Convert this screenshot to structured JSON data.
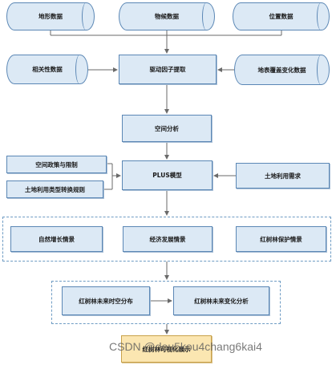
{
  "nodes": {
    "top_left": "地形数据",
    "top_mid": "物候数据",
    "top_right": "位置数据",
    "relevance": "相关性数据",
    "driver": "驱动因子提取",
    "landuse_change": "地表覆盖变化数据",
    "spatial": "空间分析",
    "policy": "空间政策与限制",
    "conversion": "土地利用类型转换规则",
    "plus": "PLUS模型",
    "demand": "土地利用需求",
    "scenario_natural": "自然增长情景",
    "scenario_econ": "经济发展情景",
    "scenario_protect": "红树林保护情景",
    "future_dist": "红树林未来时空分布",
    "future_change": "红树林未来变化分析",
    "final": "红树林可视化展示"
  },
  "watermark": "CSDN @dou5kou4chang6kai4"
}
